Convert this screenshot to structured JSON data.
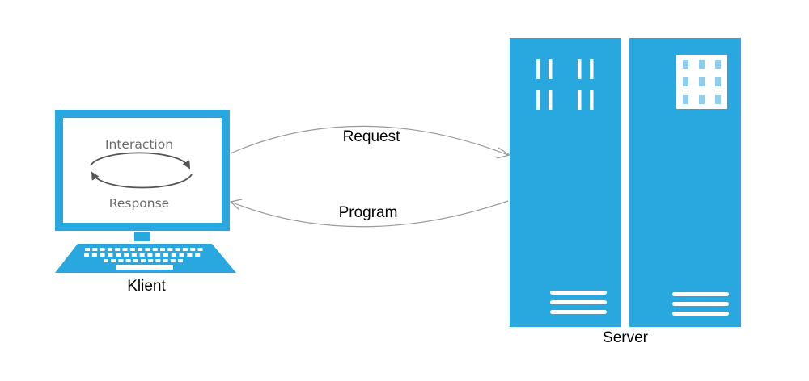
{
  "colors": {
    "accent": "#29a8df",
    "accent_light": "#8fcdef",
    "arrow": "#999999",
    "cycle_arrow": "#555555",
    "screen_text": "#6b6b6b"
  },
  "client": {
    "label": "Klient",
    "screen": {
      "top_label": "Interaction",
      "bottom_label": "Response"
    }
  },
  "server": {
    "label": "Server"
  },
  "arrows": {
    "request_label": "Request",
    "program_label": "Program"
  }
}
